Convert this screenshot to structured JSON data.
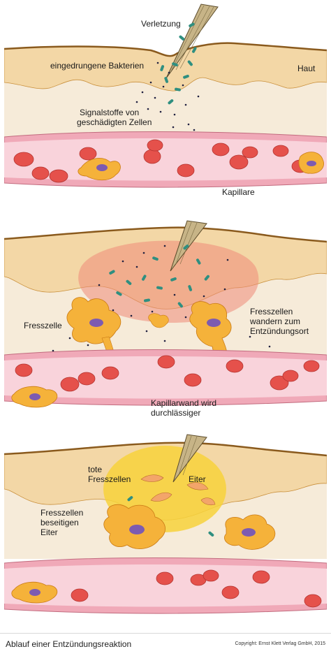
{
  "panel1": {
    "injury_label": "Verletzung",
    "bacteria_label": "eingedrungene Bakterien",
    "skin_label": "Haut",
    "signal_label_line1": "Signalstoffe von",
    "signal_label_line2": "geschädigten Zellen",
    "capillary_label": "Kapillare"
  },
  "panel2": {
    "phagocyte_label": "Fresszelle",
    "migrate_line1": "Fresszellen",
    "migrate_line2": "wandern zum",
    "migrate_line3": "Entzündungsort",
    "wall_line1": "Kapillarwand wird",
    "wall_line2": "durchlässiger"
  },
  "panel3": {
    "dead_line1": "tote",
    "dead_line2": "Fresszellen",
    "pus_label": "Eiter",
    "remove_line1": "Fresszellen",
    "remove_line2": "beseitigen",
    "remove_line3": "Eiter"
  },
  "footer": {
    "caption": "Ablauf einer Entzündungsreaktion",
    "copyright": "Copyright: Ernst Klett Verlag GmbH, 2015"
  },
  "colors": {
    "skin": "#f3d7a6",
    "dermis": "#f6ebd9",
    "vessel_wall": "#f0a9b8",
    "vessel_lumen": "#f9d3db",
    "red_blood_cell": "#e5514b",
    "bacteria": "#2f8f80",
    "phagocyte": "#f5b23a",
    "nucleus": "#7d5bb0",
    "inflammation": "#ee8a78",
    "pus": "#f7d23b"
  }
}
